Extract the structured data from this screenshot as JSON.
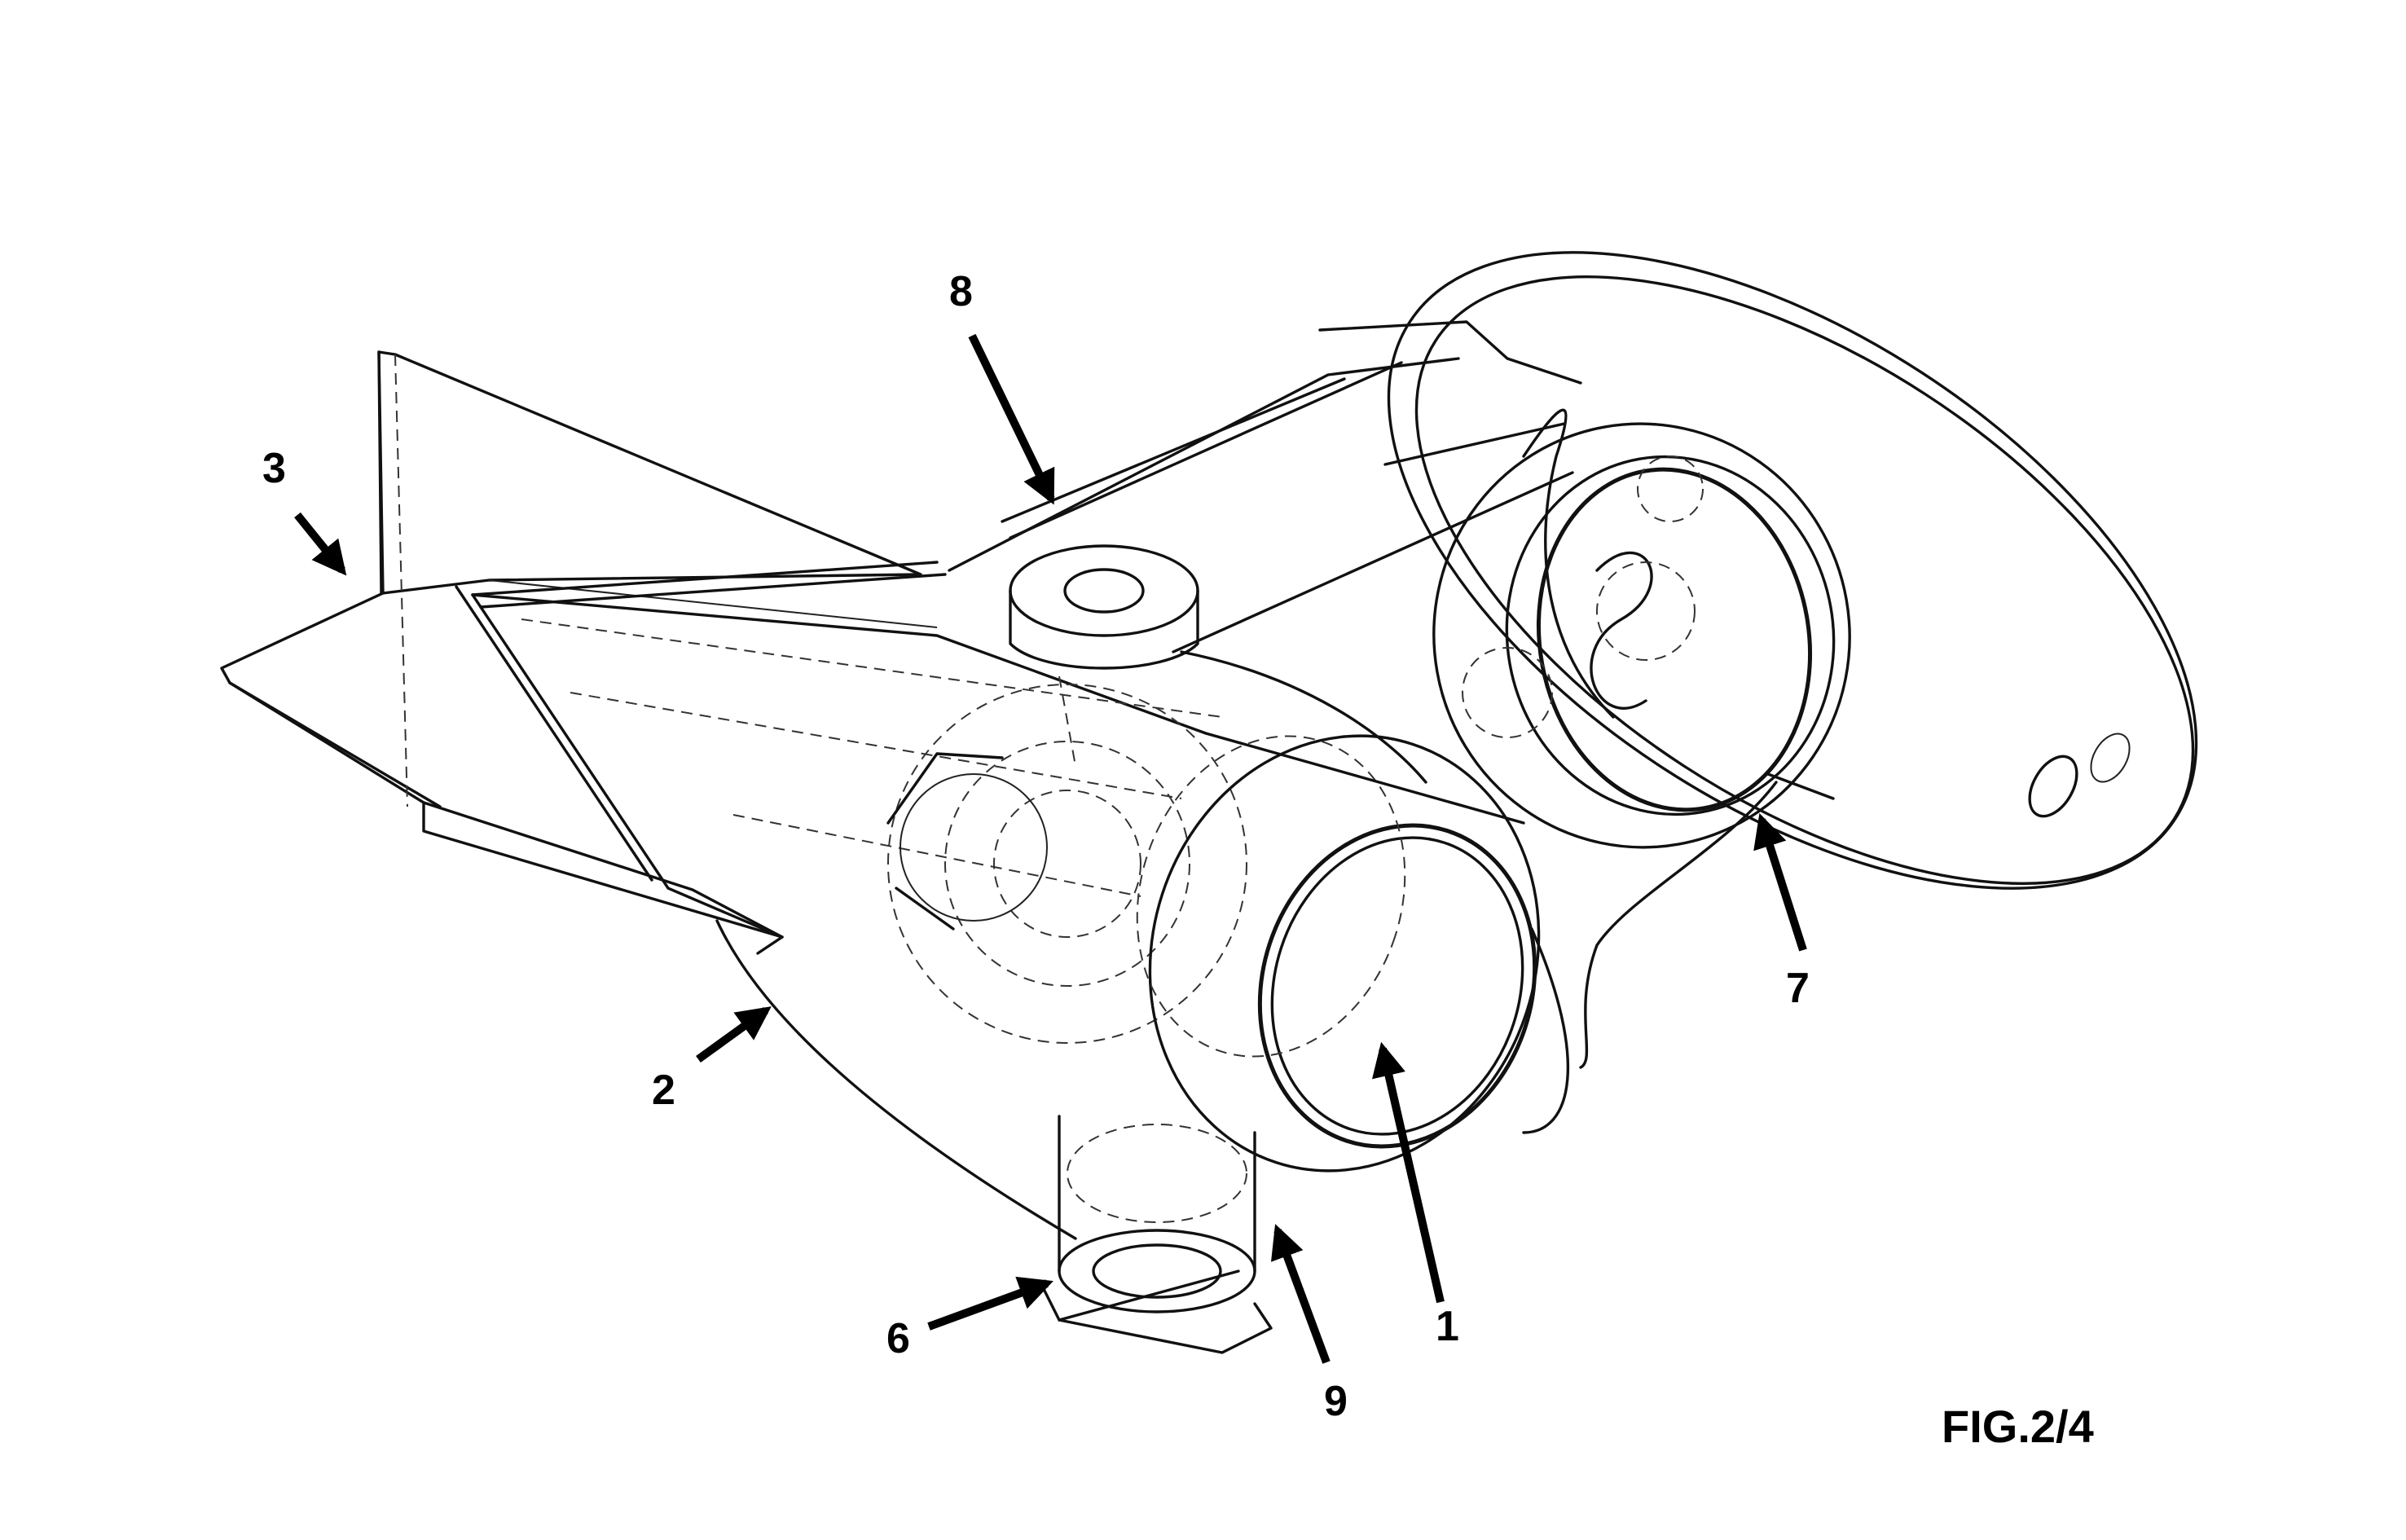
{
  "figure": {
    "caption": "FIG.2/4",
    "reference_numerals": [
      {
        "id": "ref-1",
        "text": "1"
      },
      {
        "id": "ref-2",
        "text": "2"
      },
      {
        "id": "ref-3",
        "text": "3"
      },
      {
        "id": "ref-6",
        "text": "6"
      },
      {
        "id": "ref-7",
        "text": "7"
      },
      {
        "id": "ref-8",
        "text": "8"
      },
      {
        "id": "ref-9",
        "text": "9"
      }
    ]
  }
}
